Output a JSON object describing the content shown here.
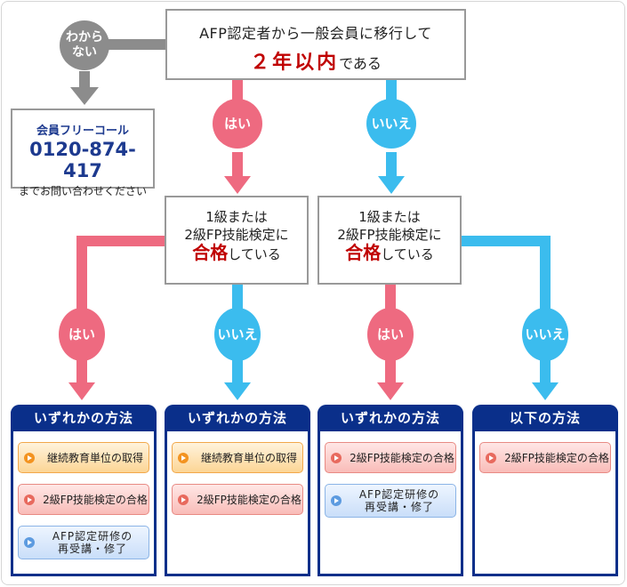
{
  "question1": {
    "line1": "AFP認定者から一般会員に移行して",
    "highlight": "２年以内",
    "suffix": "である"
  },
  "unknown": {
    "label_line1": "わから",
    "label_line2": "ない"
  },
  "contact": {
    "title": "会員フリーコール",
    "phone": "0120-874-417",
    "note": "までお問い合わせください"
  },
  "labels": {
    "yes": "はい",
    "no": "いいえ"
  },
  "question2": {
    "line1": "1級または",
    "line2": "2級FP技能検定に",
    "highlight": "合格",
    "suffix": "している"
  },
  "colors": {
    "yes": "#ee6a80",
    "no": "#3bbcee",
    "unknown": "#8c8c8c",
    "panel_header": "#0a2f8a",
    "highlight": "#c00000"
  },
  "panels": [
    {
      "title": "いずれかの方法",
      "options": [
        {
          "label": "継続教育単位の取得",
          "style": "orange"
        },
        {
          "label": "2級FP技能検定の合格",
          "style": "red"
        },
        {
          "label_line1": "AFP認定研修の",
          "label_line2": "再受講・修了",
          "style": "blue"
        }
      ]
    },
    {
      "title": "いずれかの方法",
      "options": [
        {
          "label": "継続教育単位の取得",
          "style": "orange"
        },
        {
          "label": "2級FP技能検定の合格",
          "style": "red"
        }
      ]
    },
    {
      "title": "いずれかの方法",
      "options": [
        {
          "label": "2級FP技能検定の合格",
          "style": "red"
        },
        {
          "label_line1": "AFP認定研修の",
          "label_line2": "再受講・修了",
          "style": "blue"
        }
      ]
    },
    {
      "title": "以下の方法",
      "options": [
        {
          "label": "2級FP技能検定の合格",
          "style": "red"
        }
      ]
    }
  ]
}
